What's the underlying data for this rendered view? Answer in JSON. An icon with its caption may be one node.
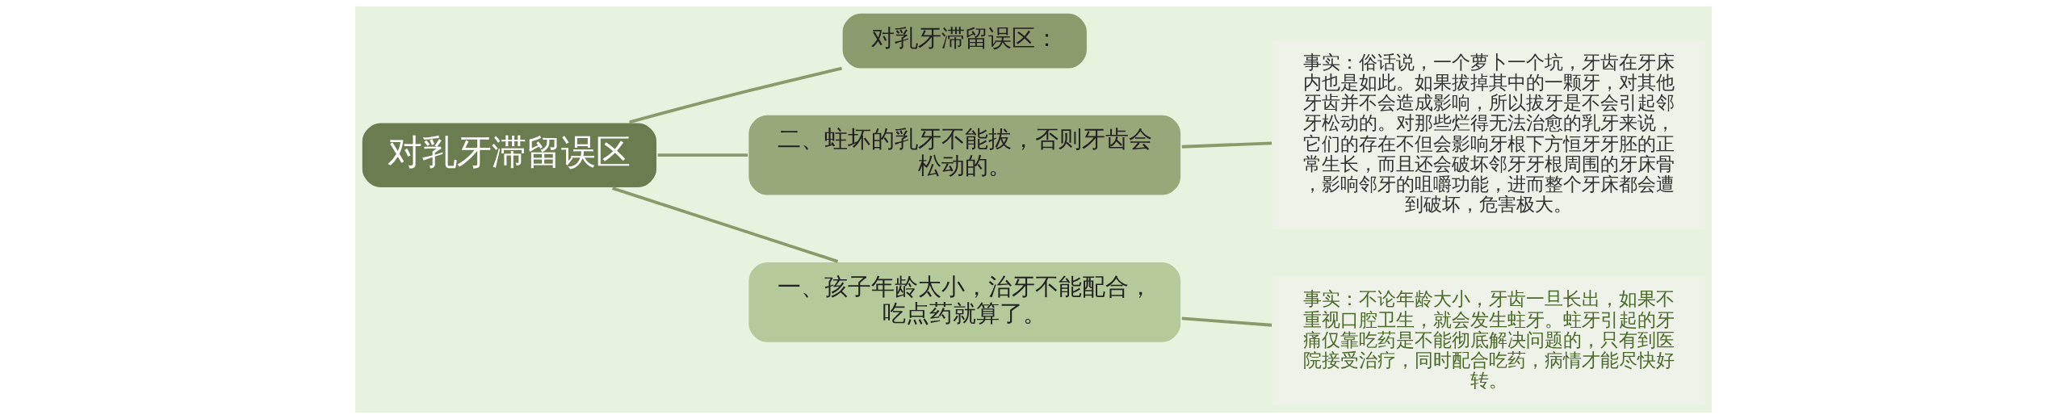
{
  "diagram": {
    "nodes": [
      {
        "text": [
          "对乳牙滞留误区"
        ]
      },
      {
        "text": [
          "对乳牙滞留误区："
        ]
      },
      {
        "text": [
          "二、蛀坏的乳牙不能拔，否则牙齿会松动的。"
        ]
      },
      {
        "text": [
          "事实：俗话说，一个萝卜一个坑，牙齿在牙床内也是如此。如果拔掉其中的一颗牙，对其他牙齿并不会造成影响，所以拔牙是不会引起邻牙松动的。对那些烂得无法治愈的乳牙来说，它们的存在不但会影响牙根下方恒牙牙胚的正常生长，而且还会破坏邻牙牙根周围的牙床骨，影响邻牙的咀嚼功能，进而整个牙床都会遭到破坏，危害极大。"
        ]
      },
      {
        "text": [
          "一、孩子年龄太小，治牙不能配合，吃点药就算了。"
        ]
      },
      {
        "text": [
          "事实：不论年龄大小，牙齿一旦长出，如果不重视口腔卫生，就会发生蛀牙。蛀牙引起的牙痛仅靠吃药是不能彻底解决问题的，只有到医院接受治疗，同时配合吃药，病情才能尽快好转。"
        ]
      }
    ],
    "edges": [
      {
        "from": 0,
        "to": 1,
        "arrow": "none"
      },
      {
        "from": 0,
        "to": 2,
        "arrow": "none"
      },
      {
        "from": 2,
        "to": 3,
        "arrow": "none"
      },
      {
        "from": 0,
        "to": 4,
        "arrow": "none"
      },
      {
        "from": 4,
        "to": 5,
        "arrow": "none"
      }
    ]
  }
}
